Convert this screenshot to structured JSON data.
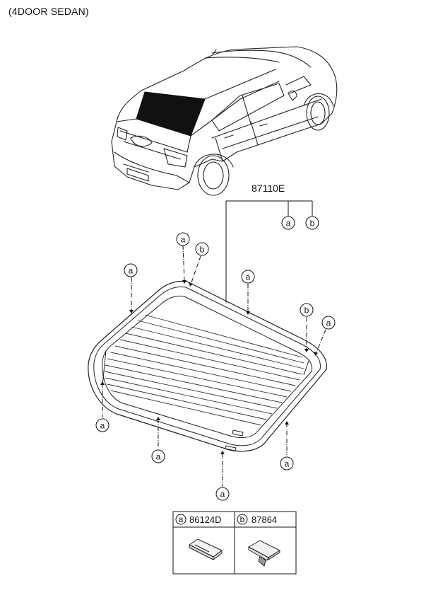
{
  "header": {
    "subtitle": "(4DOOR SEDAN)"
  },
  "assembly": {
    "part_number": "87110E"
  },
  "callouts": {
    "a": "a",
    "b": "b"
  },
  "legend": {
    "items": [
      {
        "letter": "a",
        "part_number": "86124D"
      },
      {
        "letter": "b",
        "part_number": "87864"
      }
    ]
  }
}
